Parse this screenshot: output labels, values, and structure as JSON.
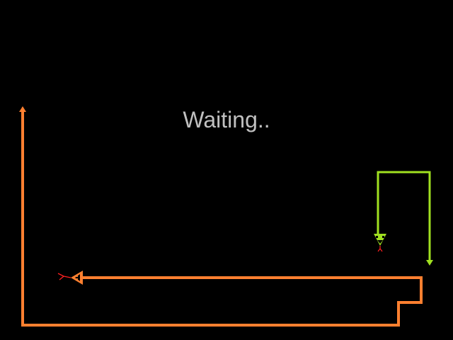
{
  "status": {
    "text": "Waiting.."
  },
  "colors": {
    "background": "#000000",
    "status_text": "#c0c0c0",
    "snake_orange": "#ff8030",
    "snake_green": "#a0e020",
    "tongue_red": "#ff2020"
  },
  "snakes": [
    {
      "name": "orange-snake",
      "color": "#ff8030",
      "state": "alive"
    },
    {
      "name": "green-snake",
      "color": "#a0e020",
      "state": "alive"
    }
  ]
}
